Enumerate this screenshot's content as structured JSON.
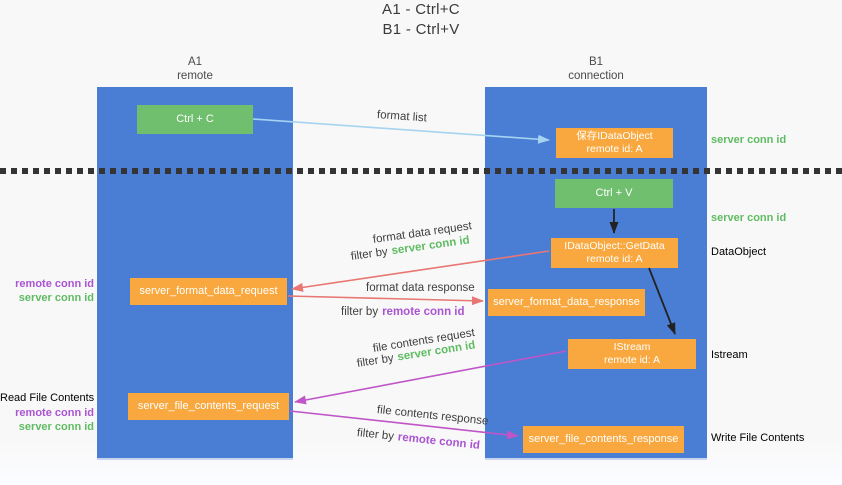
{
  "title": {
    "line1": "A1 - Ctrl+C",
    "line2": "B1 - Ctrl+V"
  },
  "left_column": {
    "name": "A1",
    "role": "remote"
  },
  "right_column": {
    "name": "B1",
    "role": "connection"
  },
  "boxes": {
    "ctrl_c": "Ctrl + C",
    "ctrl_v": "Ctrl + V",
    "save_dataobject_line1": "保存IDataObject",
    "save_dataobject_line2": "remote id: A",
    "getdata_line1": "IDataObject::GetData",
    "getdata_line2": "remote id: A",
    "istream_line1": "IStream",
    "istream_line2": "remote id: A",
    "format_request": "server_format_data_request",
    "format_response": "server_format_data_response",
    "file_request": "server_file_contents_request",
    "file_response": "server_file_contents_response"
  },
  "arrow_labels": {
    "format_list": "format list",
    "format_data_request": "format data request",
    "format_data_response": "format data response",
    "file_contents_request": "file contents request",
    "file_contents_response": "file contents response",
    "filter_by": "filter by",
    "server_conn_id": "server conn id",
    "remote_conn_id": "remote conn id"
  },
  "side_labels": {
    "server_conn_id_top": "server conn id",
    "server_conn_id_mid": "server conn id",
    "dataobject": "DataObject",
    "istream": "Istream",
    "write_file_contents": "Write File Contents",
    "read_file_contents": "Read File Contents",
    "remote_conn_id_1": "remote conn id",
    "server_conn_id_1": "server conn id",
    "remote_conn_id_2": "remote conn id",
    "server_conn_id_2": "server conn id"
  },
  "colors": {
    "column_blue": "#4a7ed5",
    "box_green": "#6fbf6e",
    "box_orange": "#f8a83e",
    "green_text": "#5fbc62",
    "purple_text": "#ab54d2",
    "arrow_red": "#e87672",
    "arrow_magenta": "#bf55c7",
    "arrow_blue": "#a6d3f0",
    "arrow_black": "#222222"
  }
}
